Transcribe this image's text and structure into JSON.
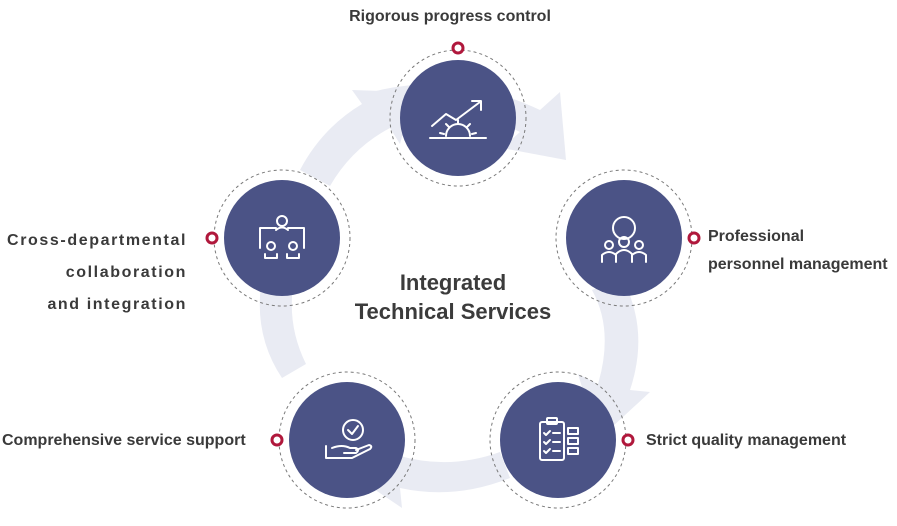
{
  "center": {
    "line1": "Integrated",
    "line2": "Technical Services"
  },
  "nodes": [
    {
      "id": "progress",
      "label_lines": [
        "Rigorous progress control"
      ],
      "icon": "growth-chart-gear-icon"
    },
    {
      "id": "personnel",
      "label_lines": [
        "Professional",
        "personnel management"
      ],
      "icon": "team-gear-icon"
    },
    {
      "id": "quality",
      "label_lines": [
        "Strict quality management"
      ],
      "icon": "checklist-clipboard-icon"
    },
    {
      "id": "service",
      "label_lines": [
        "Comprehensive service support"
      ],
      "icon": "hand-checkmark-icon"
    },
    {
      "id": "collaboration",
      "label_lines": [
        "Cross-departmental",
        "collaboration",
        "and integration"
      ],
      "icon": "connected-puzzle-hands-icon"
    }
  ],
  "colors": {
    "node_fill": "#4b5386",
    "node_ring": "#7a7a7a",
    "dot": "#b0183c",
    "arrow": "#e9ebf3",
    "text": "#3a3a3a"
  }
}
